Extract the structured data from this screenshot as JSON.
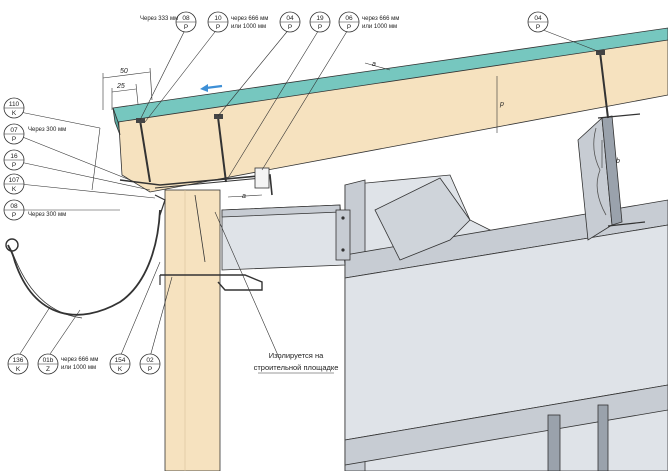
{
  "colors": {
    "wood": "#f6e2bf",
    "roof_board": "#76c7bf",
    "steel_light": "#dfe3e8",
    "steel_mid": "#c7ccd3",
    "steel_dark": "#9aa2ac",
    "line": "#333333",
    "arrow": "#3d8fd6"
  },
  "callouts": {
    "c_08a": {
      "top": "08",
      "bottom": "P",
      "note": "Через 333 мм"
    },
    "c_10": {
      "top": "10",
      "bottom": "P",
      "note": "через 666 мм",
      "note2": "или 1000 мм"
    },
    "c_04a": {
      "top": "04",
      "bottom": "P"
    },
    "c_19": {
      "top": "19",
      "bottom": "P"
    },
    "c_06": {
      "top": "06",
      "bottom": "P",
      "note": "через 666 мм",
      "note2": "или 1000 мм"
    },
    "c_04b": {
      "top": "04",
      "bottom": "P"
    },
    "c_110": {
      "top": "110",
      "bottom": "K"
    },
    "c_07": {
      "top": "07",
      "bottom": "P",
      "note": "Через 300 мм"
    },
    "c_16": {
      "top": "16",
      "bottom": "P"
    },
    "c_107": {
      "top": "107",
      "bottom": "K"
    },
    "c_08b": {
      "top": "08",
      "bottom": "P",
      "note": "Через 300 мм"
    },
    "c_136": {
      "top": "136",
      "bottom": "K"
    },
    "c_01b": {
      "top": "01b",
      "bottom": "Z",
      "note": "через 666 мм",
      "note2": "или 1000 мм"
    },
    "c_154": {
      "top": "154",
      "bottom": "K"
    },
    "c_02": {
      "top": "02",
      "bottom": "P"
    }
  },
  "dimensions": {
    "d50": "50",
    "d25": "25",
    "a_top": "a",
    "b_right": "b",
    "a_bottom": "a",
    "p_label": "p"
  },
  "notes": {
    "site_line1": "Изолируется на",
    "site_line2": "строительной площадке"
  }
}
